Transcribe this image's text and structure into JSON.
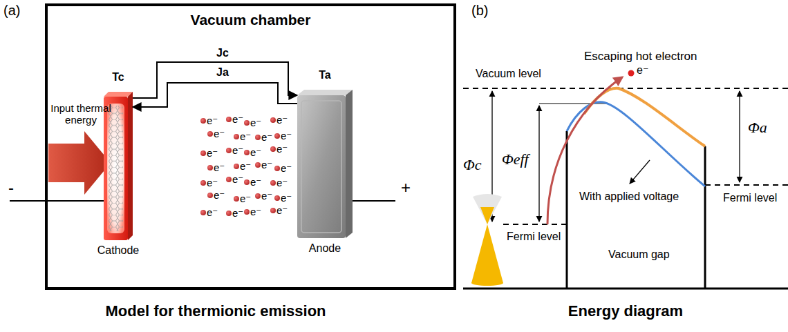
{
  "diagram": {
    "nodes": [
      {
        "text": [
          "Vacuum chamber"
        ]
      },
      {
        "text": [
          "Tc",
          "Cathode"
        ],
        "in": 0
      },
      {
        "text": [
          "Ta",
          "Anode"
        ],
        "in": 0
      }
    ],
    "edges": [
      {
        "from": 1,
        "to": 2,
        "arrow": "to",
        "label": "Jc"
      },
      {
        "from": 2,
        "to": 1,
        "arrow": "to",
        "label": "Ja"
      }
    ],
    "labels": [
      "(a)",
      "(b)",
      "Input thermal energy",
      "-",
      "+",
      "e⁻",
      "e⁻",
      "e⁻",
      "e⁻",
      "e⁻",
      "e⁻",
      "e⁻",
      "e⁻",
      "e⁻",
      "e⁻",
      "e⁻",
      "e⁻",
      "e⁻",
      "e⁻",
      "e⁻",
      "e⁻",
      "e⁻",
      "e⁻",
      "e⁻",
      "e⁻",
      "e⁻",
      "e⁻",
      "e⁻",
      "e⁻",
      "e⁻",
      "e⁻",
      "e⁻",
      "e⁻",
      "Model for thermionic emission",
      "Vacuum level",
      "Escaping hot electron",
      "e⁻",
      "Φc",
      "Φeff",
      "Φa",
      "Fermi level",
      "With applied voltage",
      "Fermi level",
      "Vacuum gap",
      "Energy diagram"
    ]
  }
}
